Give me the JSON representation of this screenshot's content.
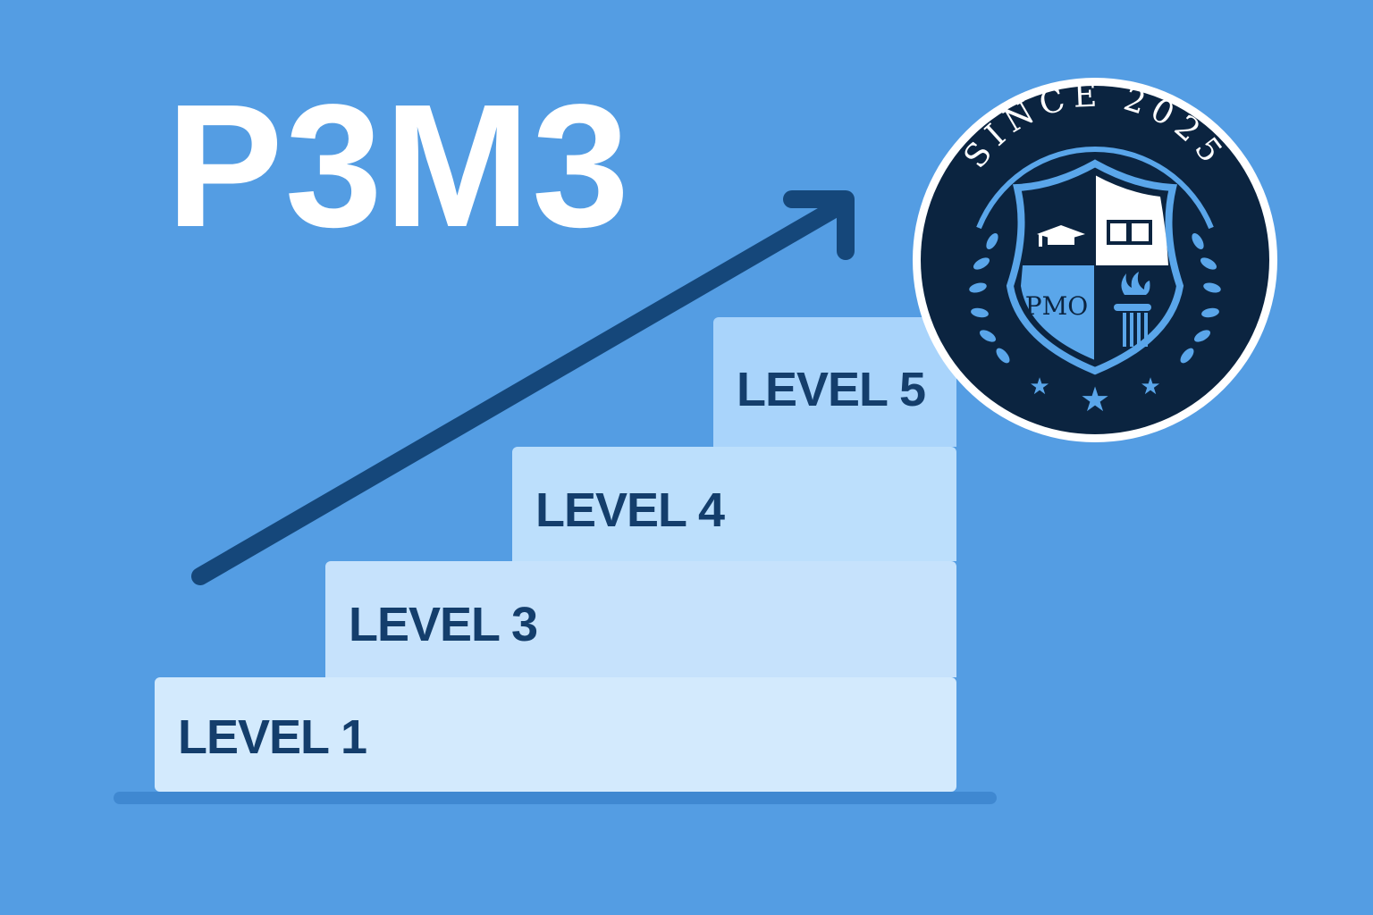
{
  "title": "P3M3",
  "levels": [
    {
      "label": "LEVEL 1"
    },
    {
      "label": "LEVEL 3"
    },
    {
      "label": "LEVEL 4"
    },
    {
      "label": "LEVEL 5"
    }
  ],
  "seal": {
    "arc_text": "SINCE 2025",
    "shield_text": "PMO"
  },
  "colors": {
    "background": "#549de3",
    "text_dark": "#143e6c",
    "arrow": "#15477a",
    "seal_dark": "#0b2440",
    "seal_accent": "#5aa6ea"
  }
}
